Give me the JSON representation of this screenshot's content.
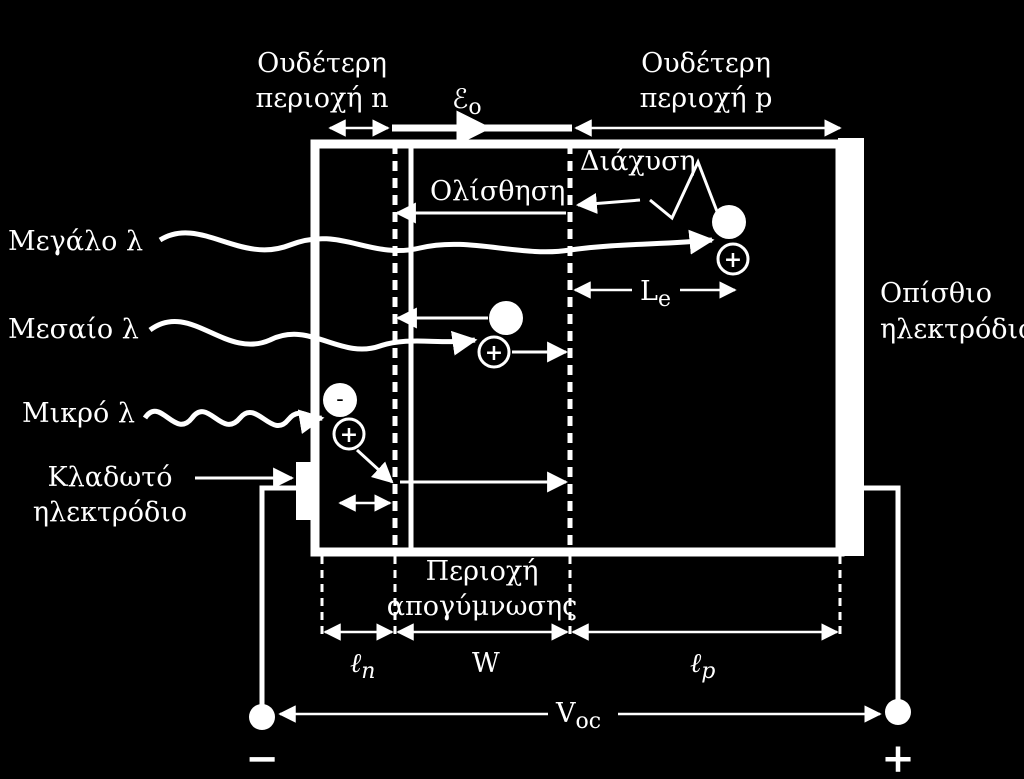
{
  "colors": {
    "background": "#000000",
    "foreground": "#ffffff"
  },
  "labels": {
    "neutral_n_line1": "Ουδέτερη",
    "neutral_n_line2": "περιοχή n",
    "field": "ℰ",
    "field_sub": "o",
    "neutral_p_line1": "Ουδέτερη",
    "neutral_p_line2": "περιοχή p",
    "diffusion": "Διάχυση",
    "drift": "Ολίσθηση",
    "long_lambda": "Μεγάλο λ",
    "medium_lambda": "Μεσαίο λ",
    "short_lambda": "Μικρό λ",
    "finger_electrode_line1": "Κλαδωτό",
    "finger_electrode_line2": "ηλεκτρόδιο",
    "back_electrode_line1": "Οπίσθιο",
    "back_electrode_line2": "ηλεκτρόδιο",
    "le": "L",
    "le_sub": "e",
    "depletion_line1": "Περιοχή",
    "depletion_line2": "απογύμνωσης",
    "ln": "ℓ",
    "ln_sub": "n",
    "w": "W",
    "lp": "ℓ",
    "lp_sub": "p",
    "voc": "V",
    "voc_sub": "oc",
    "minus": "−",
    "plus": "+",
    "plus_sign": "+",
    "minus_sign": "-"
  },
  "icons": {
    "electron": "filled-circle",
    "hole": "circle-plus",
    "photon": "wavy-line",
    "terminal": "filled-dot"
  }
}
